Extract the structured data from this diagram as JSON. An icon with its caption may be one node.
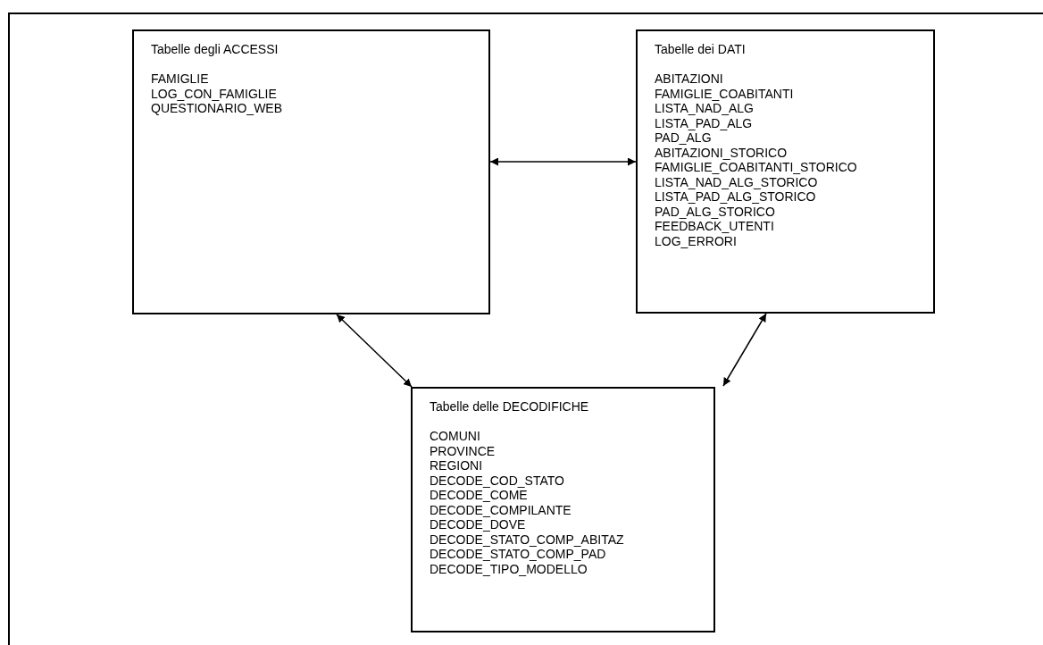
{
  "diagram": {
    "nodes": [
      {
        "text": [
          "Tabelle degli ACCESSI",
          "FAMIGLIE",
          "LOG_CON_FAMIGLIE",
          "QUESTIONARIO_WEB"
        ]
      },
      {
        "text": [
          "Tabelle dei DATI",
          "ABITAZIONI",
          "FAMIGLIE_COABITANTI",
          "LISTA_NAD_ALG",
          "LISTA_PAD_ALG",
          "PAD_ALG",
          "ABITAZIONI_STORICO",
          "FAMIGLIE_COABITANTI_STORICO",
          "LISTA_NAD_ALG_STORICO",
          "LISTA_PAD_ALG_STORICO",
          "PAD_ALG_STORICO",
          "FEEDBACK_UTENTI",
          "LOG_ERRORI"
        ]
      },
      {
        "text": [
          "Tabelle delle DECODIFICHE",
          "COMUNI",
          "PROVINCE",
          "REGIONI",
          "DECODE_COD_STATO",
          "DECODE_COME",
          "DECODE_COMPILANTE",
          "DECODE_DOVE",
          "DECODE_STATO_COMP_ABITAZ",
          "DECODE_STATO_COMP_PAD",
          "DECODE_TIPO_MODELLO"
        ]
      }
    ],
    "edges": [
      {
        "from": 0,
        "to": 1,
        "arrow": "both"
      },
      {
        "from": 0,
        "to": 2,
        "arrow": "both"
      },
      {
        "from": 1,
        "to": 2,
        "arrow": "both"
      }
    ]
  }
}
